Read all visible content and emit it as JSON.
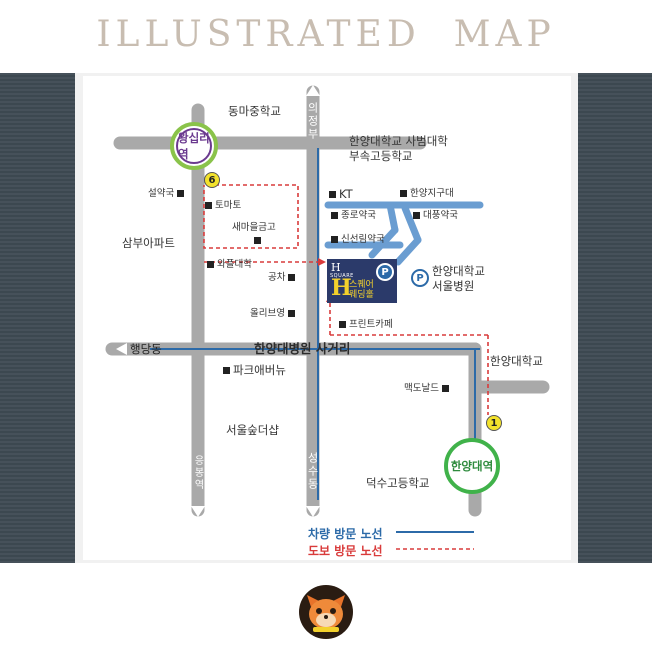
{
  "header": {
    "title": "ILLUSTRATED  MAP"
  },
  "map": {
    "stations": {
      "wangsimni": "왕십리역",
      "hanyang_univ": "한양대역",
      "wangsimni_exit": "6",
      "hanyang_exit": "1"
    },
    "roads": {
      "main_crossroad": "한양대병원 사거리",
      "haengdang": "행당동",
      "uijeongbu": "의정부",
      "seongsudong": "성수동",
      "eungbongyeok": "응봉역"
    },
    "places": {
      "dongma_middle": "동마중학교",
      "hanyang_attached_high": "한양대학교 사범대학\n부속고등학교",
      "seolyakguk": "설약국",
      "tomato": "토마토",
      "saemaeul": "새마을금고",
      "sambu_apt": "삼부아파트",
      "waffle_univ": "와플대학",
      "gongcha": "공차",
      "oliveyoung": "올리브영",
      "kt": "KT",
      "hanyang_branch": "한양지구대",
      "jongno_pharmacy": "종로약국",
      "daepung_pharmacy": "대풍약국",
      "sinseonglim_pharmacy": "신선림약국",
      "printcafe": "프린트카페",
      "hanyang_hospital": "한양대학교\n서울병원",
      "hanyang_univ": "한양대학교",
      "mcdonalds": "맥도날드",
      "paris_baguette": "파크애버뉴",
      "seoul_forest": "서울숲더샵",
      "duksu_high": "덕수고등학교"
    },
    "venue": {
      "brand_top": "H",
      "brand_sub": "SQUARE",
      "brand_big": "H",
      "name": "스퀘어\n웨딩홀"
    },
    "parking_label": "P"
  },
  "legend": {
    "car": "차량 방문 노선",
    "walk": "도보 방문 노선",
    "car_color": "#2c6aa8",
    "walk_color": "#d93b3b"
  },
  "colors": {
    "road": "#a9a9a9",
    "band": "#3e4a53",
    "title": "#c8bdb1"
  }
}
